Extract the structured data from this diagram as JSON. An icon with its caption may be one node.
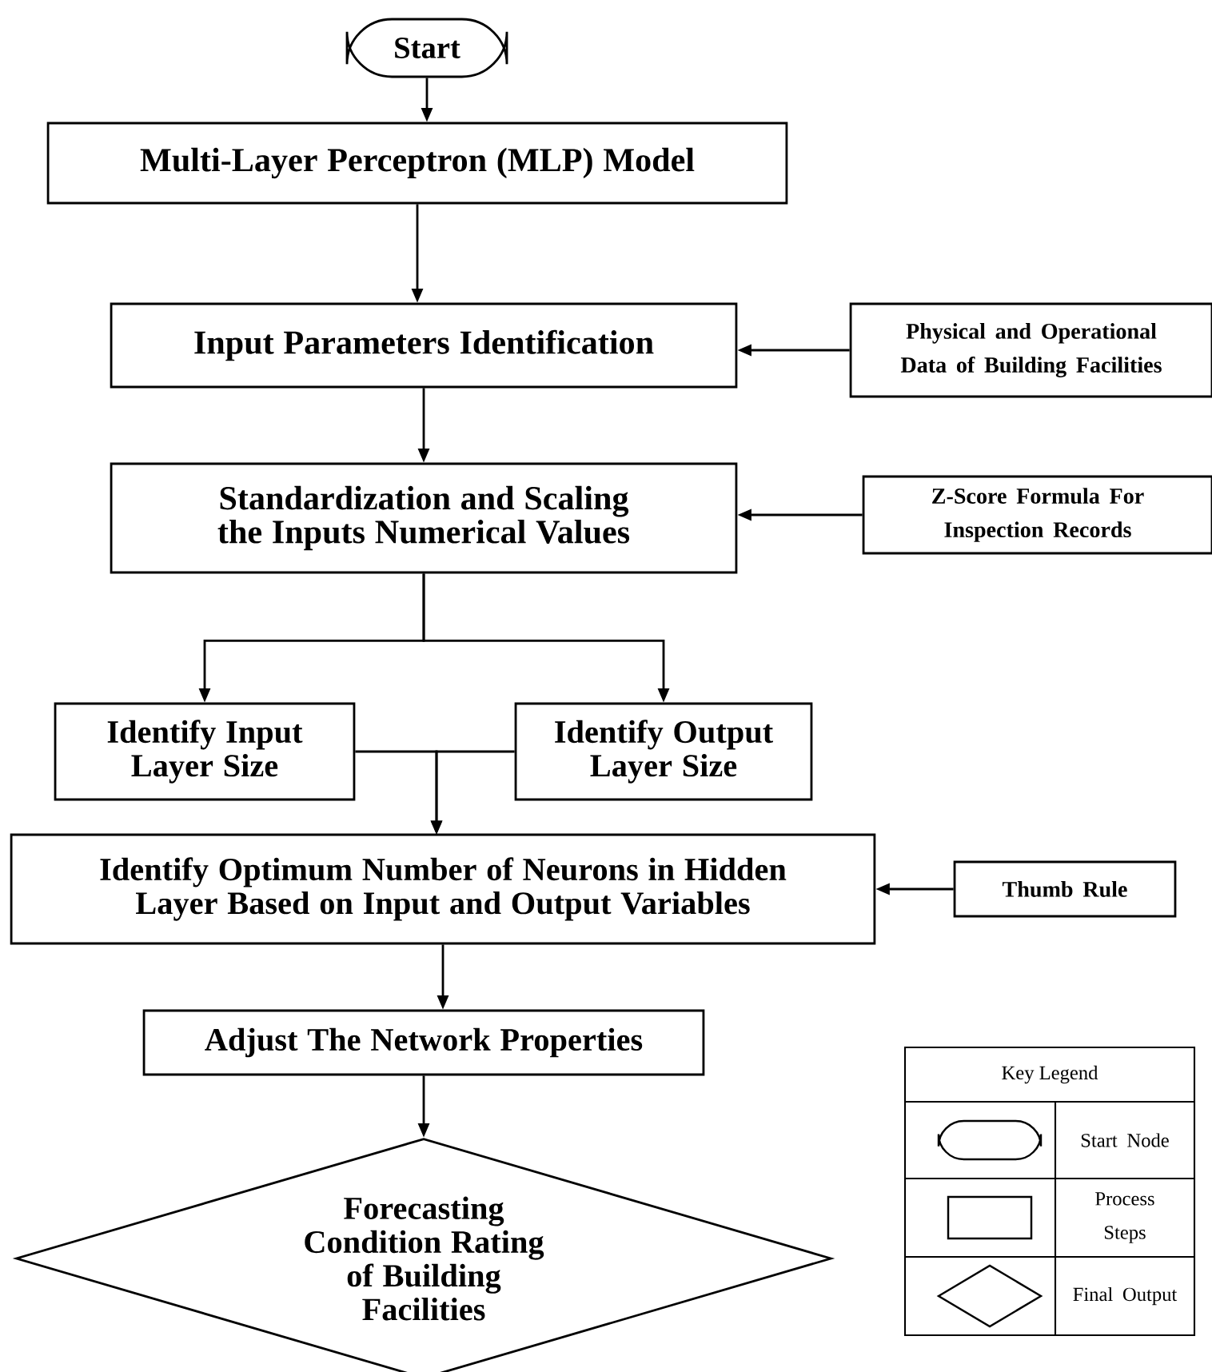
{
  "diagram": {
    "nodes": [
      {
        "text": [
          "Start"
        ]
      },
      {
        "text": [
          "Multi-Layer Perceptron (MLP) Model"
        ]
      },
      {
        "text": [
          "Input Parameters Identification"
        ]
      },
      {
        "text": [
          "Physical and Operational Data of Building Facilities"
        ]
      },
      {
        "text": [
          "Standardization and Scaling the Inputs Numerical Values"
        ]
      },
      {
        "text": [
          "Z-Score Formula For Inspection Records"
        ]
      },
      {
        "text": [
          "Identify Input Layer Size"
        ]
      },
      {
        "text": [
          "Identify Output Layer Size"
        ]
      },
      {
        "text": [
          "Identify Optimum Number of Neurons in Hidden Layer Based on Input and Output Variables"
        ]
      },
      {
        "text": [
          "Thumb Rule"
        ]
      },
      {
        "text": [
          "Adjust The Network Properties"
        ]
      },
      {
        "text": [
          "Forecasting Condition Rating of Building Facilities"
        ]
      }
    ],
    "edges": [
      {
        "from": 0,
        "to": 1,
        "arrow": "to"
      },
      {
        "from": 1,
        "to": 2,
        "arrow": "to"
      },
      {
        "from": 3,
        "to": 2,
        "arrow": "to"
      },
      {
        "from": 2,
        "to": 4,
        "arrow": "to"
      },
      {
        "from": 5,
        "to": 4,
        "arrow": "to"
      },
      {
        "from": 4,
        "to": 6,
        "arrow": "to"
      },
      {
        "from": 4,
        "to": 7,
        "arrow": "to"
      },
      {
        "from": 6,
        "to": 8,
        "arrow": "to"
      },
      {
        "from": 7,
        "to": 8,
        "arrow": "to"
      },
      {
        "from": 9,
        "to": 8,
        "arrow": "to"
      },
      {
        "from": 8,
        "to": 10,
        "arrow": "to"
      },
      {
        "from": 10,
        "to": 11,
        "arrow": "to"
      }
    ],
    "labels": [
      "Key Legend"
    ],
    "legend": [
      {
        "text": "Start Node"
      },
      {
        "text": "Process Steps"
      },
      {
        "text": "Final Output"
      }
    ]
  }
}
